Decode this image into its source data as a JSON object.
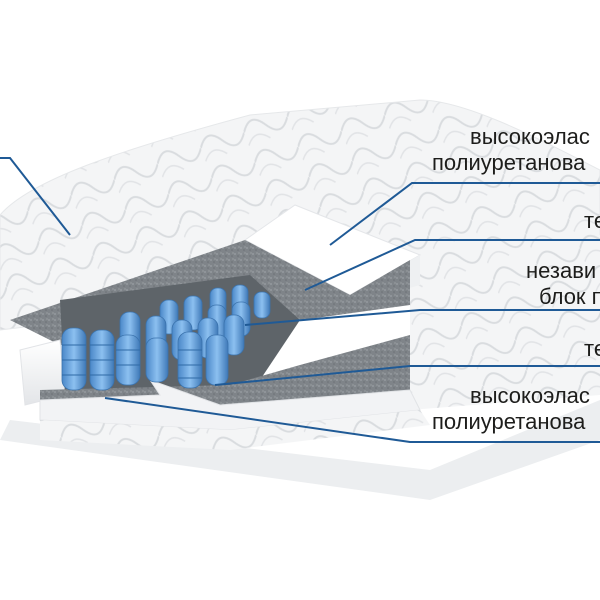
{
  "labels": {
    "layer1_line1": "высокоэлас",
    "layer1_line2": "полиуретанова",
    "layer2": "те",
    "layer3_line1": "незави",
    "layer3_line2": "блок п",
    "layer4": "те",
    "layer5_line1": "высокоэлас",
    "layer5_line2": "полиуретанова"
  },
  "colors": {
    "leader_line": "#1f5a96",
    "spring": "#5b9bd8",
    "felt": "#8a8f94",
    "cover": "#f3f4f5"
  }
}
